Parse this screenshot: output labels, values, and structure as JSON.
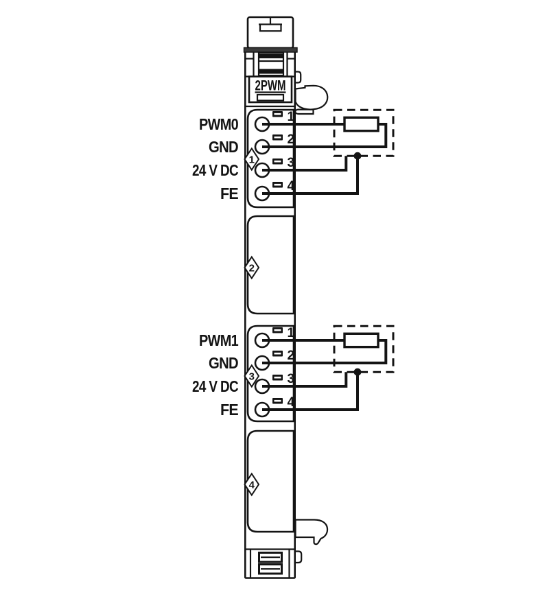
{
  "module": {
    "label": "2PWM",
    "groups": [
      {
        "marker": "1",
        "pins": [
          {
            "label": "PWM0",
            "number": "1"
          },
          {
            "label": "GND",
            "number": "2"
          },
          {
            "label": "24 V DC",
            "number": "3"
          },
          {
            "label": "FE",
            "number": "4"
          }
        ]
      },
      {
        "marker": "3",
        "pins": [
          {
            "label": "PWM1",
            "number": "1"
          },
          {
            "label": "GND",
            "number": "2"
          },
          {
            "label": "24 V DC",
            "number": "3"
          },
          {
            "label": "FE",
            "number": "4"
          }
        ]
      }
    ],
    "markers_blank": [
      "2",
      "4"
    ],
    "colors": {
      "ink": "#141414",
      "background": "#ffffff",
      "band": "#3a3a3a"
    }
  }
}
